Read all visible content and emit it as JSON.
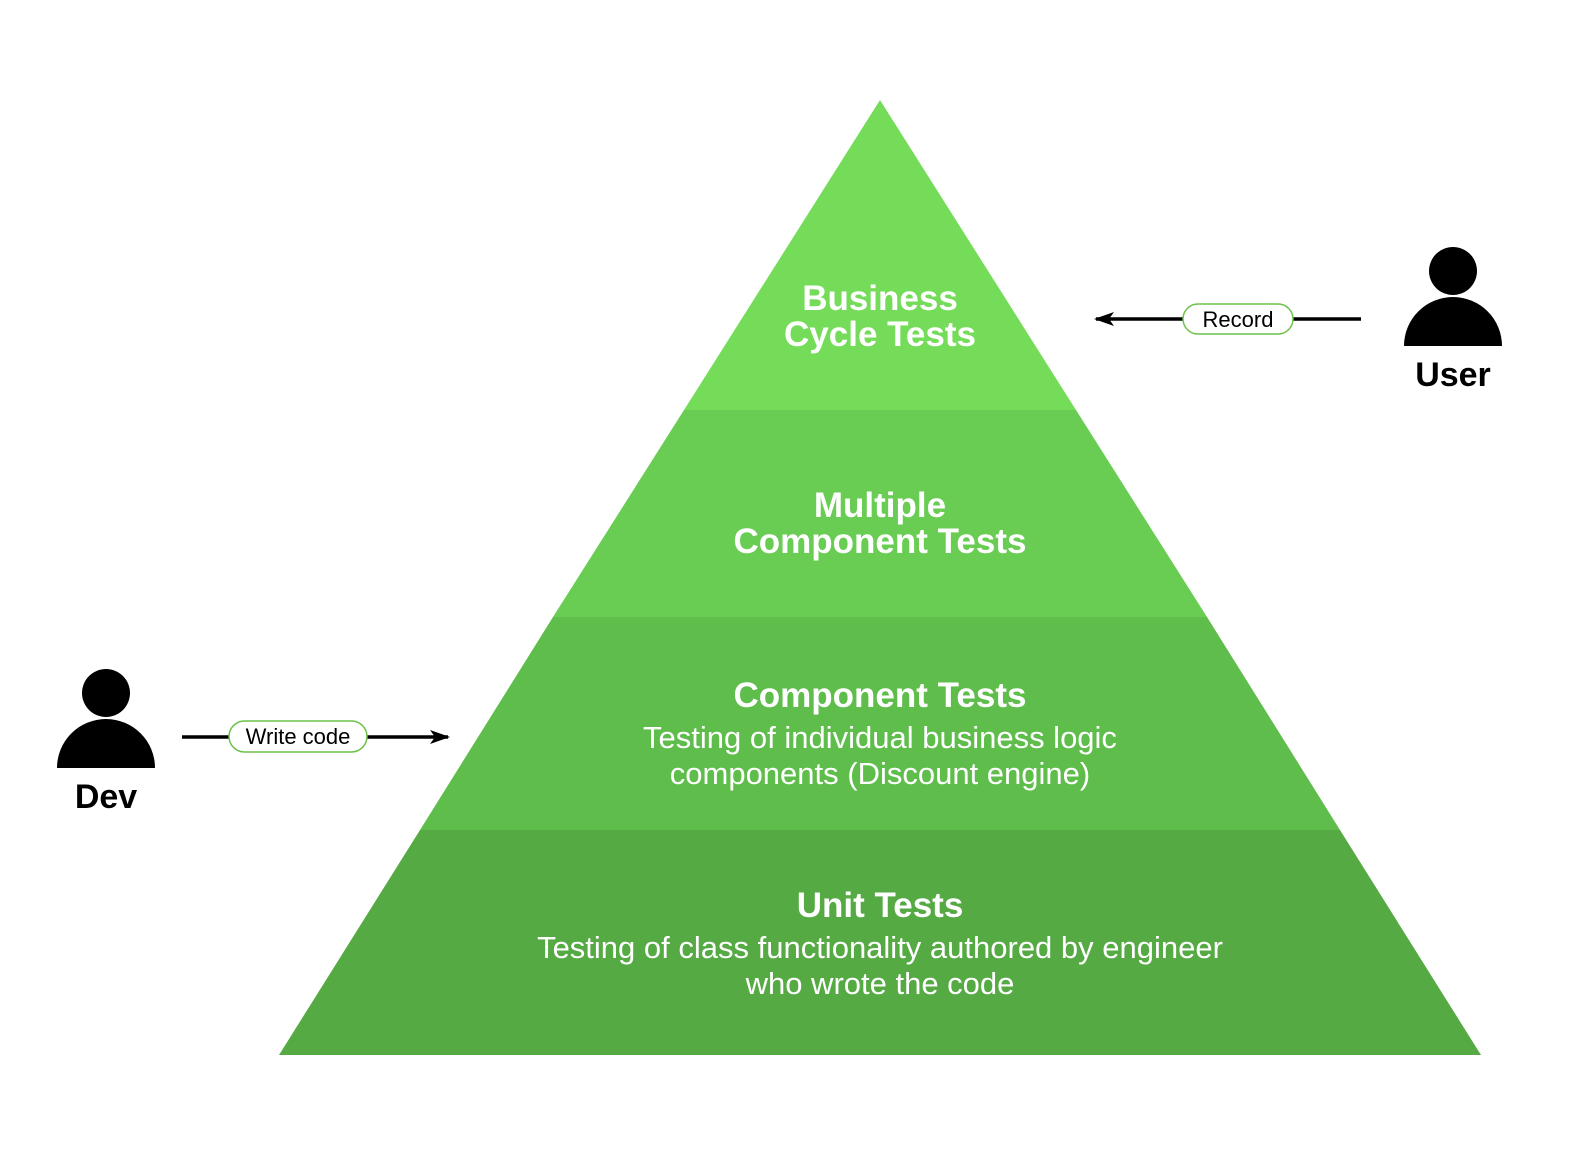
{
  "pyramid": {
    "tiers": [
      {
        "id": "business",
        "title_lines": [
          "Business",
          "Cycle Tests"
        ],
        "description_lines": [],
        "color": "#75dc5a"
      },
      {
        "id": "multi",
        "title_lines": [
          "Multiple",
          "Component Tests"
        ],
        "description_lines": [],
        "color": "#69cd53"
      },
      {
        "id": "component",
        "title_lines": [
          "Component Tests"
        ],
        "description_lines": [
          "Testing of individual business logic",
          "components (Discount engine)"
        ],
        "color": "#5fbd4c"
      },
      {
        "id": "unit",
        "title_lines": [
          "Unit Tests"
        ],
        "description_lines": [
          "Testing of class functionality authored by engineer",
          "who wrote the code"
        ],
        "color": "#56aa44"
      }
    ]
  },
  "actors": {
    "dev": {
      "name": "Dev",
      "icon": "person-icon"
    },
    "user": {
      "name": "User",
      "icon": "person-icon"
    }
  },
  "edges": {
    "write_code": {
      "label": "Write code",
      "direction": "right"
    },
    "record": {
      "label": "Record",
      "direction": "left"
    }
  },
  "colors": {
    "arrow": "#000000",
    "label_border": "#6cc24a",
    "text_on_pyramid": "#ffffff"
  }
}
